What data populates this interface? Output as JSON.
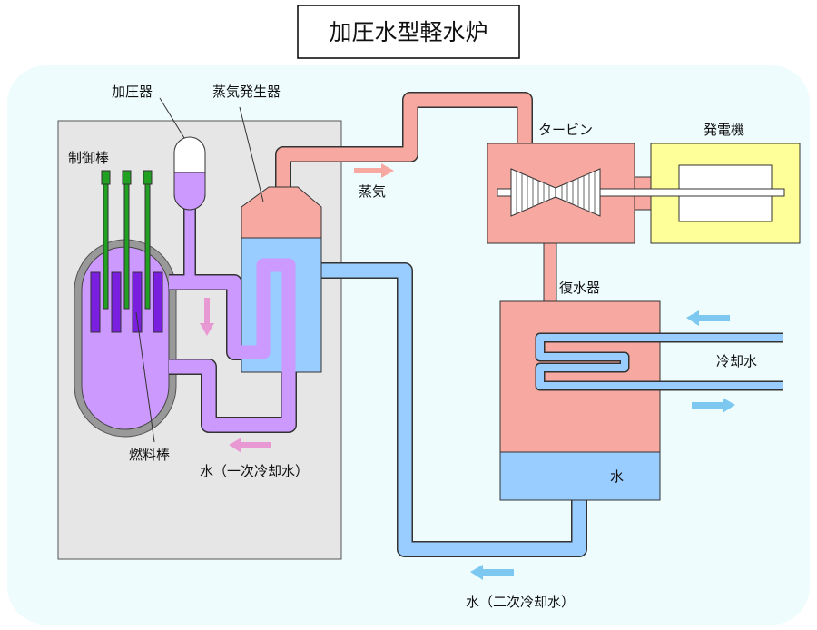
{
  "title": "加圧水型軽水炉",
  "labels": {
    "pressurizer": "加圧器",
    "steam_generator": "蒸気発生器",
    "control_rods": "制御棒",
    "fuel_rods": "燃料棒",
    "primary_water": "水（一次冷却水）",
    "steam": "蒸気",
    "turbine": "タービン",
    "generator": "発電機",
    "condenser": "復水器",
    "cooling_water": "冷却水",
    "condenser_water": "水",
    "secondary_water": "水（二次冷却水）"
  },
  "colors": {
    "background_panel": "#eefcfd",
    "containment": "#e6e6e6",
    "primary_coolant": "#cc99ff",
    "fuel_rod": "#7a1fe0",
    "control_rod": "#22a022",
    "steam": "#f7a8a0",
    "water": "#99ccff",
    "generator": "#ffff99",
    "arrow_primary": "#e899d4",
    "arrow_steam": "#f7a8a0",
    "arrow_water": "#7cc8f0"
  }
}
